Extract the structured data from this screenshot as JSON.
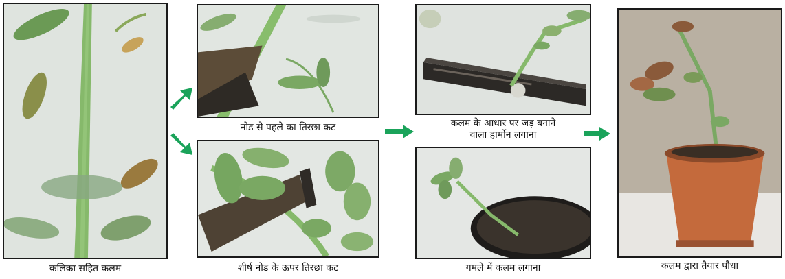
{
  "captions": {
    "cutting": "कलिका सहित कलम",
    "cut_below": "नोड से पहले का तिरछा कट",
    "cut_above": "शीर्ष नोड के ऊपर तिरछा कट",
    "hormone_line1": "कलम के आधार पर जड़ बनाने",
    "hormone_line2": "वाला हार्मोन लगाना",
    "planting": "गमले में कलम लगाना",
    "ready": "कलम द्वारा तैयार पौधा"
  },
  "colors": {
    "arrow": "#1aa35a",
    "frame": "#1a1a1a",
    "stem": "#7fb069",
    "leaf": "#5f8f4a",
    "pot": "#c46a3c"
  },
  "icons": [
    "arrow-right-icon",
    "arrow-up-right-icon",
    "arrow-down-right-icon"
  ]
}
